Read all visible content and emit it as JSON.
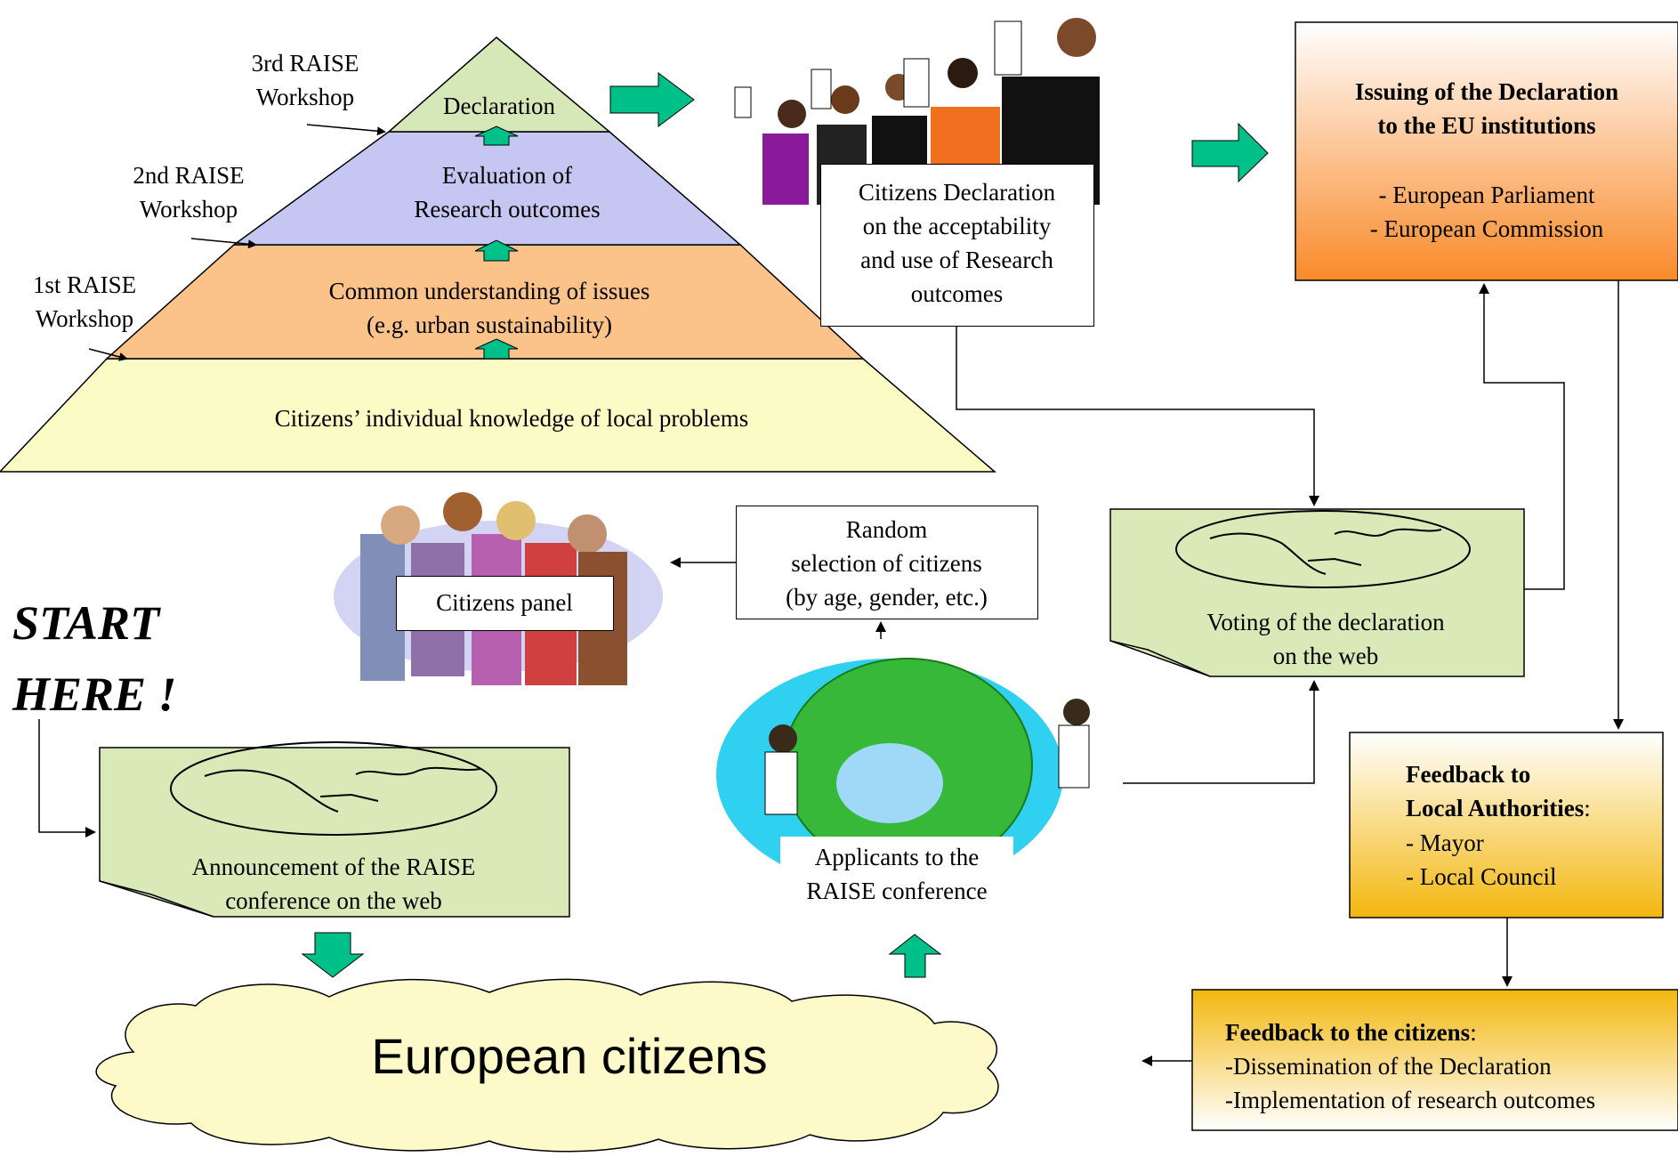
{
  "pyramid": {
    "level_top": "Declaration",
    "level_mid_line1": "Evaluation of",
    "level_mid_line2": "Research outcomes",
    "level_low_line1": "Common understanding of issues",
    "level_low_line2": "(e.g. urban sustainability)",
    "level_base": "Citizens’ individual knowledge of local problems"
  },
  "workshops": {
    "third_line1": "3rd RAISE",
    "third_line2": "Workshop",
    "second_line1": "2nd RAISE",
    "second_line2": "Workshop",
    "first_line1": "1st RAISE",
    "first_line2": "Workshop"
  },
  "citizens_declaration": {
    "line1": "Citizens Declaration",
    "line2": "on the acceptability",
    "line3": "and use of Research",
    "line4": "outcomes"
  },
  "issuing": {
    "title_line1": "Issuing of the Declaration",
    "title_line2": "to the EU institutions",
    "item1": "- European Parliament",
    "item2": "- European Commission"
  },
  "voting": {
    "line1": "Voting of the declaration",
    "line2": "on the web"
  },
  "random_selection": {
    "line1": "Random",
    "line2": "selection of citizens",
    "line3": "(by age, gender, etc.)"
  },
  "citizens_panel": "Citizens panel",
  "start": {
    "line1": "START",
    "line2": "HERE !"
  },
  "announcement": {
    "line1": "Announcement of the RAISE",
    "line2": "conference on the web"
  },
  "applicants": {
    "line1": "Applicants to the",
    "line2": "RAISE conference"
  },
  "feedback_local": {
    "title_line1": "Feedback to",
    "title_line2": "Local Authorities",
    "colon": ":",
    "item1": "- Mayor",
    "item2": "- Local Council"
  },
  "feedback_citizens": {
    "title": "Feedback to the citizens",
    "colon": ":",
    "item1": "-Dissemination of the Declaration",
    "item2": "-Implementation of research outcomes"
  },
  "european_citizens": "European citizens",
  "colors": {
    "pyramid_top": "#d6e8b8",
    "pyramid_mid": "#c6c6f2",
    "pyramid_low": "#fbc28a",
    "pyramid_base": "#fbfbc6",
    "green_arrow": "#00c08a",
    "doc_green": "#d9eab8",
    "cloud": "#fdf9c9",
    "orange_box": "#f98a2a",
    "yellow_box": "#f3b70e"
  }
}
